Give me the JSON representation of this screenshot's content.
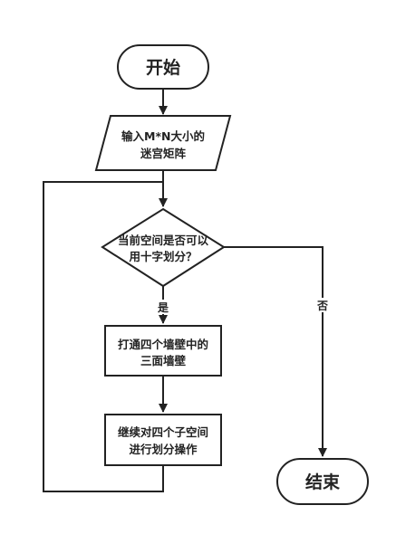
{
  "nodes": {
    "start": {
      "label": "开始"
    },
    "input": {
      "lines": [
        "输入M*N大小的",
        "迷宫矩阵"
      ]
    },
    "decision": {
      "lines": [
        "当前空间是否可以",
        "用十字划分？"
      ]
    },
    "open_walls": {
      "lines": [
        "打通四个墙壁中的",
        "三面墙壁"
      ]
    },
    "recurse": {
      "lines": [
        "继续对四个子空间",
        "进行划分操作"
      ]
    },
    "end": {
      "label": "结束"
    }
  },
  "edges": {
    "yes_label": "是",
    "no_label": "否"
  },
  "colors": {
    "stroke": "#222222",
    "fill": "#ffffff",
    "text": "#222222"
  }
}
